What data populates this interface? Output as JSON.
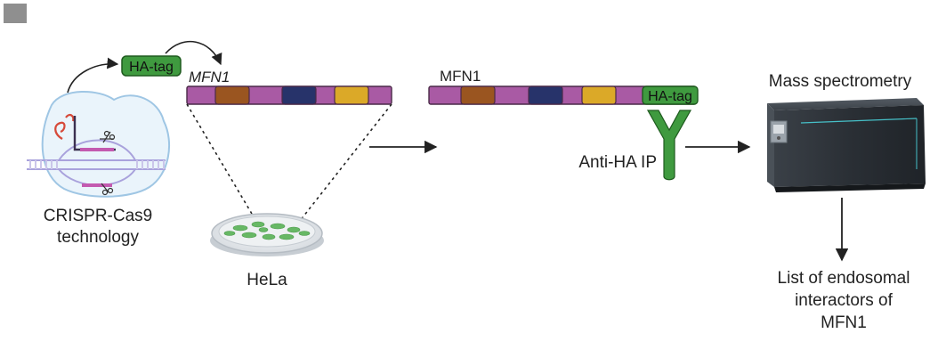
{
  "labels": {
    "crispr_line1": "CRISPR-Cas9",
    "crispr_line2": "technology",
    "ha_tag": "HA-tag",
    "mfn1_gene": "MFN1",
    "hela": "HeLa",
    "mfn1_protein": "MFN1",
    "ha_tag_fused": "HA-tag",
    "anti_ha_ip": "Anti-HA IP",
    "mass_spec": "Mass spectrometry",
    "result_line1": "List of endosomal",
    "result_line2": "interactors of",
    "result_line3": "MFN1"
  },
  "colors": {
    "background": "#ffffff",
    "protein_bar": "#a95aa4",
    "bar_outline": "#4a2a48",
    "domain_brown": "#9a5520",
    "domain_navy": "#27336a",
    "domain_gold": "#dba928",
    "tag_green": "#3f9a3f",
    "tag_outline": "#1e5a1e",
    "cell_outline": "#9fc6e4",
    "cell_fill": "#eaf4fb",
    "dna_lavender": "#cbc6ea",
    "rna_red": "#d64a3a",
    "arrow": "#222222",
    "instrument_dark": "#2d3238",
    "dish_cells": "#67b865"
  },
  "icons": {
    "cell": "crispr-cell-icon",
    "dish": "petri-dish-icon",
    "antibody": "antibody-icon",
    "instrument": "mass-spectrometer-icon"
  }
}
